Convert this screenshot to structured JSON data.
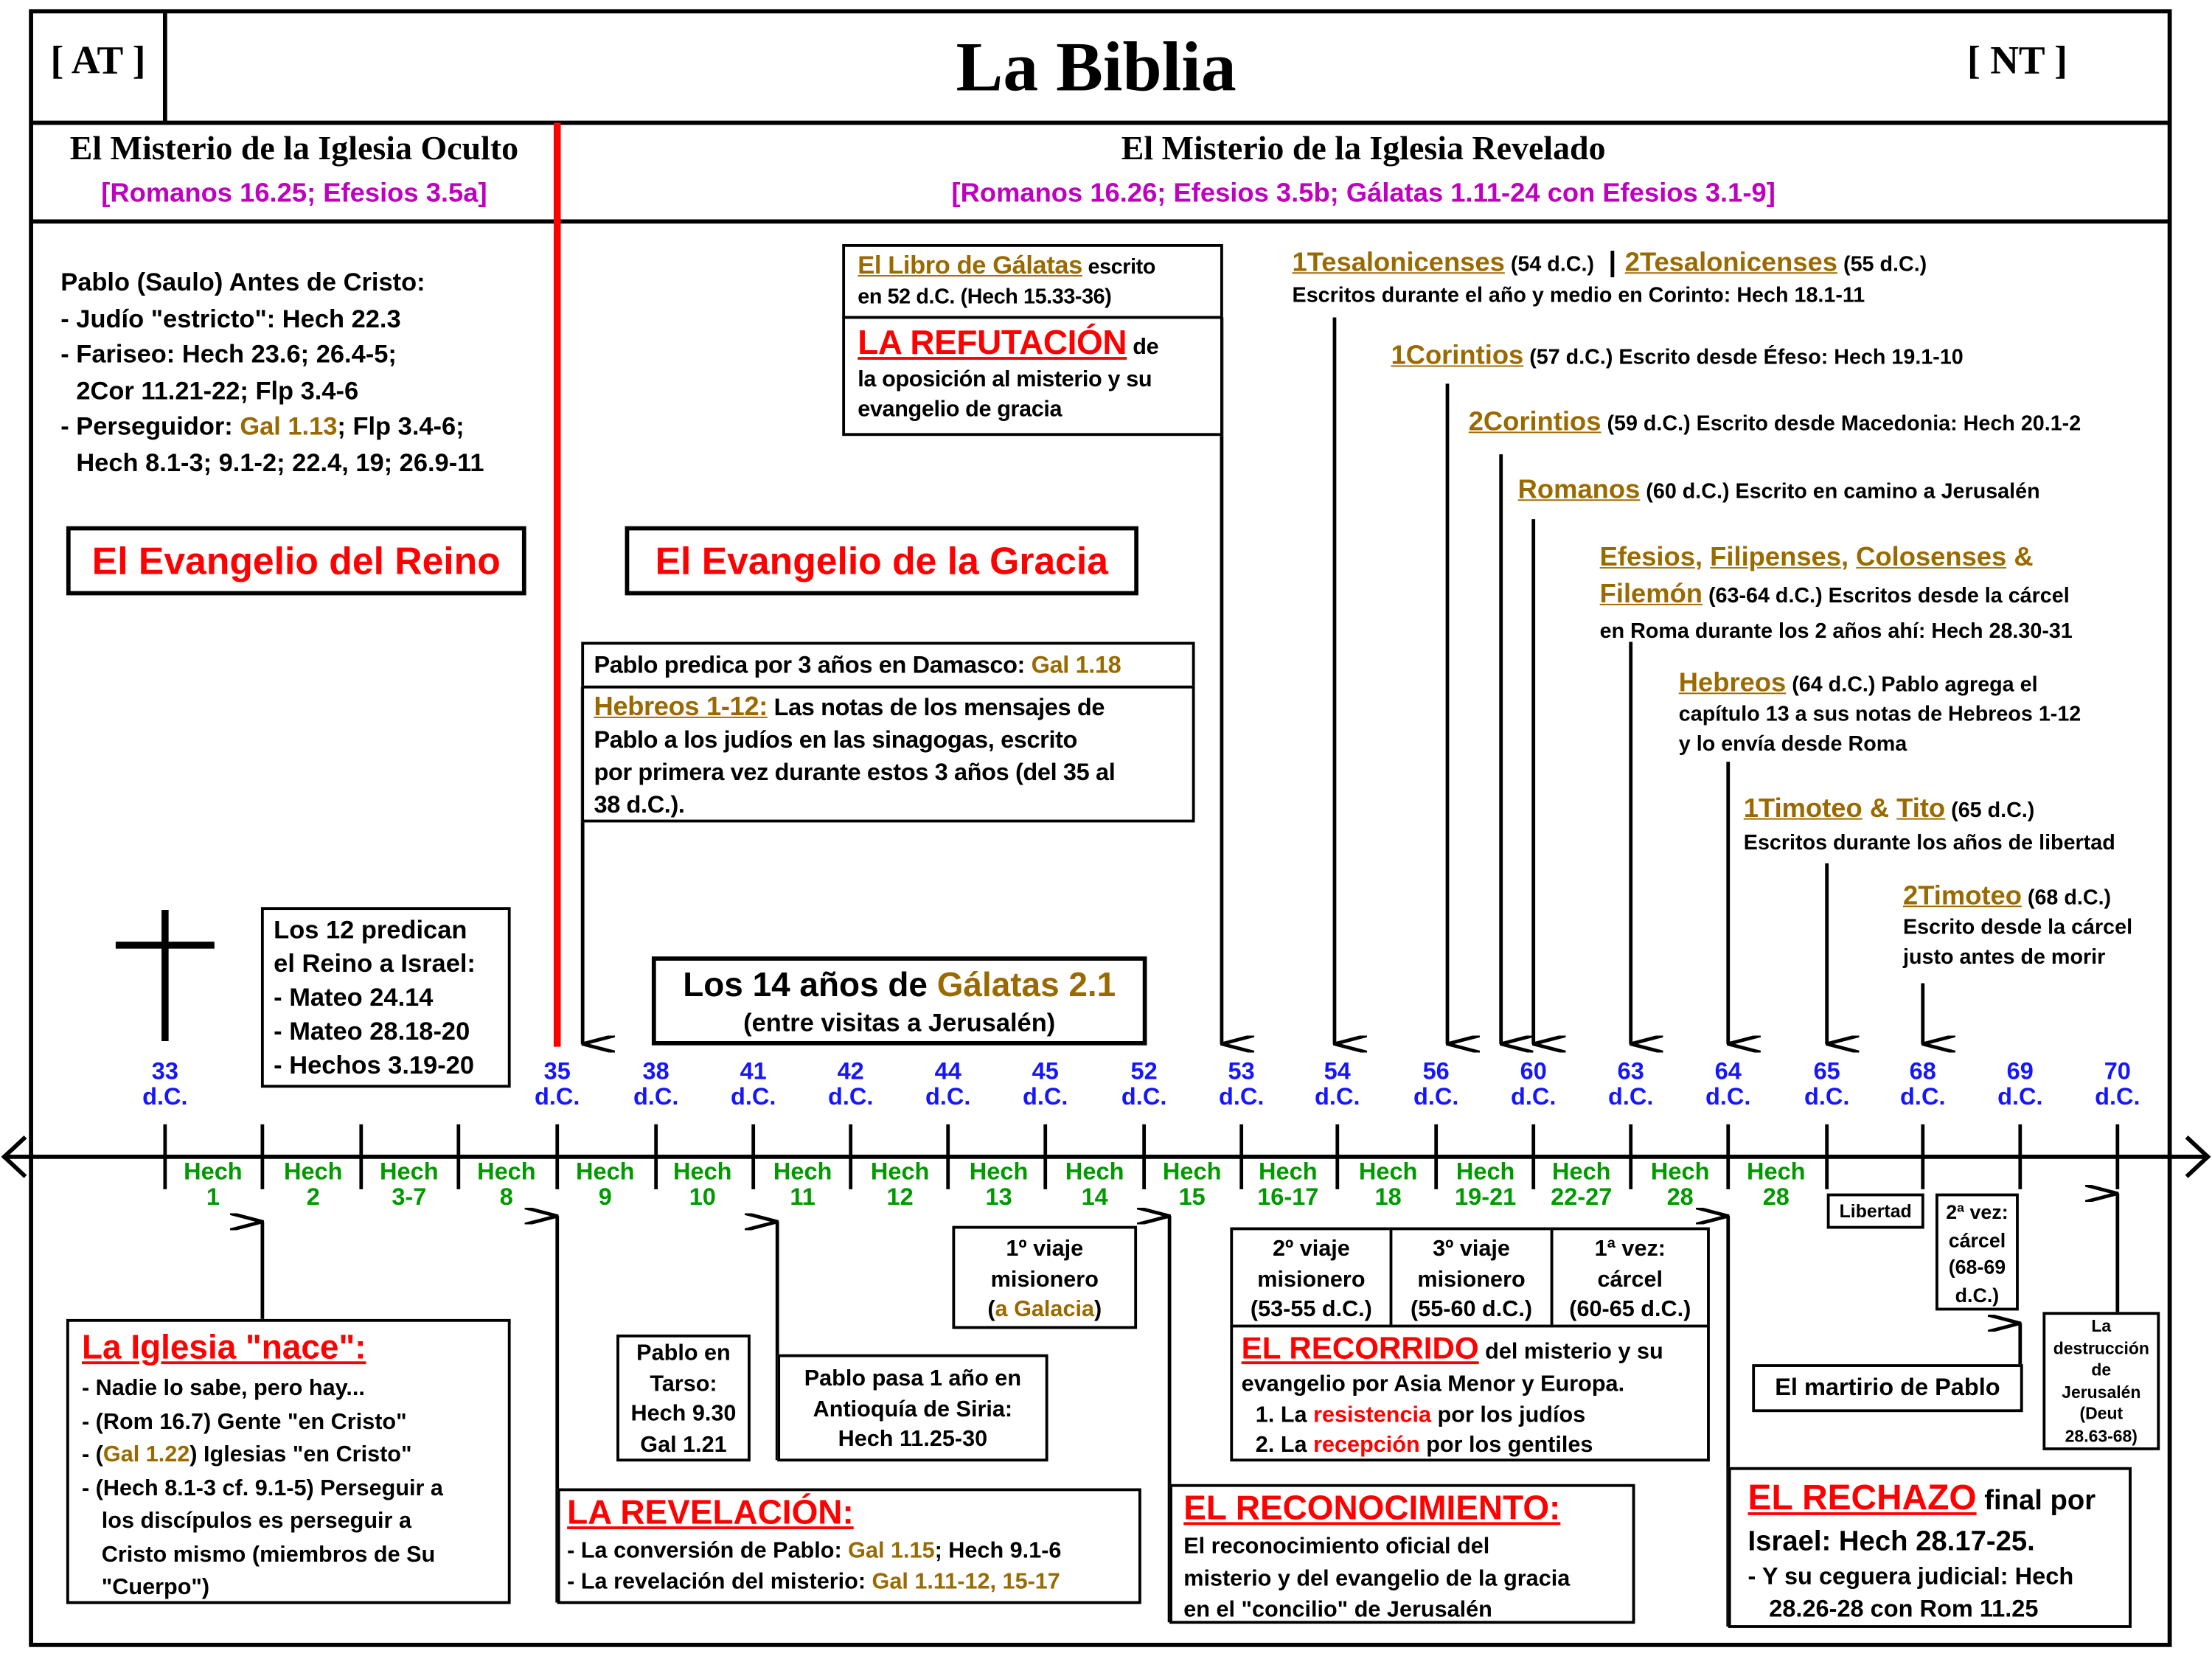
{
  "header": {
    "left": "[ AT ]",
    "title": "La Biblia",
    "right": "[ NT ]"
  },
  "hidden": {
    "title": "El Misterio de la Iglesia Oculto",
    "refs": "[Romanos 16.25; Efesios 3.5a]"
  },
  "revealed": {
    "title": "El Misterio de la Iglesia Revelado",
    "refs": "[Romanos 16.26; Efesios 3.5b; Gálatas 1.11-24 con Efesios 3.1-9]"
  },
  "pablo": {
    "heading": "Pablo (Saulo) Antes de Cristo:",
    "l1": "- Judío \"estricto\": Hech 22.3",
    "l2": "- Fariseo: Hech 23.6; 26.4-5;",
    "l3": "2Cor 11.21-22; Flp 3.4-6",
    "l4a": "- Perseguidor: ",
    "l4b": "Gal 1.13",
    "l4c": "; Flp 3.4-6;",
    "l5": "Hech 8.1-3; 9.1-2; 22.4, 19; 26.9-11"
  },
  "reino": "El Evangelio del Reino",
  "gracia": "El Evangelio de la Gracia",
  "galatas": {
    "a": "El Libro de Gálatas",
    "b": " escrito",
    "c": "en 52 d.C. (Hech 15.33-36)"
  },
  "refutacion": {
    "a": "LA REFUTACIÓN",
    "b": " de",
    "c": "la oposición al misterio y su",
    "d": "evangelio de gracia"
  },
  "damasco": {
    "a": "Pablo predica por 3 años en Damasco: ",
    "b": "Gal 1.18"
  },
  "hebreos112": {
    "a": "Hebreos 1-12:",
    "b": " Las notas de los mensajes de",
    "c": "Pablo a los judíos en las sinagogas, escrito",
    "d": "por primera vez durante estos 3 años (del 35 al",
    "e": "38 d.C.)."
  },
  "doce": {
    "l1": "Los 12 predican",
    "l2": "el Reino a Israel:",
    "l3": "- Mateo 24.14",
    "l4": "- Mateo 28.18-20",
    "l5": "- Hechos 3.19-20"
  },
  "catorce": {
    "a": "Los 14 años de ",
    "b": "Gálatas 2.1",
    "c": "(entre visitas a Jerusalén)"
  },
  "epistles": {
    "tes1": "1Tesalonicenses",
    "tes1d": " (54 d.C.) ",
    "sep": "|",
    "tes2": "2Tesalonicenses",
    "tes2d": " (55 d.C.)",
    "tesl": "Escritos durante el año y medio en Corinto: Hech 18.1-11",
    "cor1": "1Corintios",
    "cor1d": " (57 d.C.) Escrito desde Éfeso: Hech 19.1-10",
    "cor2": "2Corintios",
    "cor2d": " (59 d.C.) Escrito desde Macedonia: Hech 20.1-2",
    "rom": "Romanos",
    "romd": " (60 d.C.) Escrito en camino a Jerusalén",
    "ef": "Efesios",
    "c1": ", ",
    "fil": "Filipenses",
    "c2": ", ",
    "col": "Colosenses",
    "amp": " &",
    "flm": "Filemón",
    "flmd": " (63-64 d.C.) Escritos desde la cárcel",
    "flml": "en Roma durante los 2 años ahí: Hech 28.30-31",
    "heb": "Hebreos",
    "hebd": " (64 d.C.) Pablo agrega el",
    "hebl1": "capítulo 13 a sus notas de Hebreos 1-12",
    "hebl2": "y lo envía desde Roma",
    "tim1": "1Timoteo",
    "amp2": " & ",
    "tito": "Tito",
    "tim1d": " (65 d.C.)",
    "tim1l": "Escritos durante los años de libertad",
    "tim2": "2Timoteo",
    "tim2d": " (68 d.C.)",
    "tim2l1": "Escrito desde la cárcel",
    "tim2l2": "justo antes de morir"
  },
  "timeline": {
    "years": [
      "33",
      "35",
      "38",
      "41",
      "42",
      "44",
      "45",
      "52",
      "53",
      "54",
      "56",
      "60",
      "63",
      "64",
      "65",
      "68",
      "69",
      "70"
    ],
    "era": "d.C.",
    "acts": [
      [
        "Hech",
        "1"
      ],
      [
        "Hech",
        "2"
      ],
      [
        "Hech",
        "3-7"
      ],
      [
        "Hech",
        "8"
      ],
      [
        "Hech",
        "9"
      ],
      [
        "Hech",
        "10"
      ],
      [
        "Hech",
        "11"
      ],
      [
        "Hech",
        "12"
      ],
      [
        "Hech",
        "13"
      ],
      [
        "Hech",
        "14"
      ],
      [
        "Hech",
        "15"
      ],
      [
        "Hech",
        "16-17"
      ],
      [
        "Hech",
        "18"
      ],
      [
        "Hech",
        "19-21"
      ],
      [
        "Hech",
        "22-27"
      ],
      [
        "Hech",
        "28"
      ],
      [
        "Hech",
        "28"
      ]
    ]
  },
  "iglesia": {
    "title": "La Iglesia \"nace\":",
    "l1": "- Nadie lo sabe, pero hay...",
    "l2": "- (Rom 16.7) Gente \"en Cristo\"",
    "l3a": "- (",
    "l3b": "Gal 1.22",
    "l3c": ") Iglesias \"en Cristo\"",
    "l4": "- (Hech 8.1-3 cf. 9.1-5) Perseguir a",
    "l5": "los discípulos es perseguir a",
    "l6": "Cristo mismo (miembros de Su",
    "l7": "\"Cuerpo\")"
  },
  "tarso": {
    "l1": "Pablo en",
    "l2": "Tarso:",
    "l3": "Hech 9.30",
    "l4": "Gal 1.21"
  },
  "antioquia": {
    "l1": "Pablo pasa 1 año en",
    "l2": "Antioquía de Siria:",
    "l3": "Hech 11.25-30"
  },
  "viaje1": {
    "l1": "1º viaje",
    "l2": "misionero",
    "l3a": "(",
    "l3b": "a Galacia",
    "l3c": ")"
  },
  "revelacion": {
    "title": "LA REVELACIÓN:",
    "l1a": "- La conversión de Pablo: ",
    "l1b": "Gal 1.15",
    "l1c": "; Hech 9.1-6",
    "l2a": "- La revelación del misterio: ",
    "l2b": "Gal 1.11-12, 15-17"
  },
  "reconocimiento": {
    "title": "EL RECONOCIMIENTO:",
    "l1": "El reconocimiento oficial del",
    "l2": "misterio y del evangelio de la gracia",
    "l3": "en el \"concilio\" de Jerusalén"
  },
  "viaje2": {
    "l1": "2º viaje",
    "l2": "misionero",
    "l3": "(53-55 d.C.)"
  },
  "viaje3": {
    "l1": "3º viaje",
    "l2": "misionero",
    "l3": "(55-60 d.C.)"
  },
  "carcel1": {
    "l1": "1ª vez:",
    "l2": "cárcel",
    "l3": "(60-65 d.C.)"
  },
  "recorrido": {
    "a": "EL RECORRIDO",
    "b": " del misterio y su",
    "c": "evangelio por Asia Menor y Europa.",
    "d1": "1. La ",
    "d2": "resistencia",
    "d3": " por los judíos",
    "e1": "2. La ",
    "e2": "recepción",
    "e3": " por los gentiles"
  },
  "libertad": "Libertad",
  "carcel2": {
    "l1": "2ª vez:",
    "l2": "cárcel",
    "l3": "(68-69",
    "l4": "d.C.)"
  },
  "martirio": "El martirio de Pablo",
  "destruccion": {
    "l1": "La",
    "l2": "destrucción",
    "l3": "de",
    "l4": "Jerusalén",
    "l5": "(Deut",
    "l6": "28.63-68)"
  },
  "rechazo": {
    "a": "EL RECHAZO",
    "b": " final por",
    "c": "Israel: Hech 28.17-25.",
    "d": "- Y su ceguera judicial: Hech",
    "e": "28.26-28 con Rom 11.25"
  }
}
